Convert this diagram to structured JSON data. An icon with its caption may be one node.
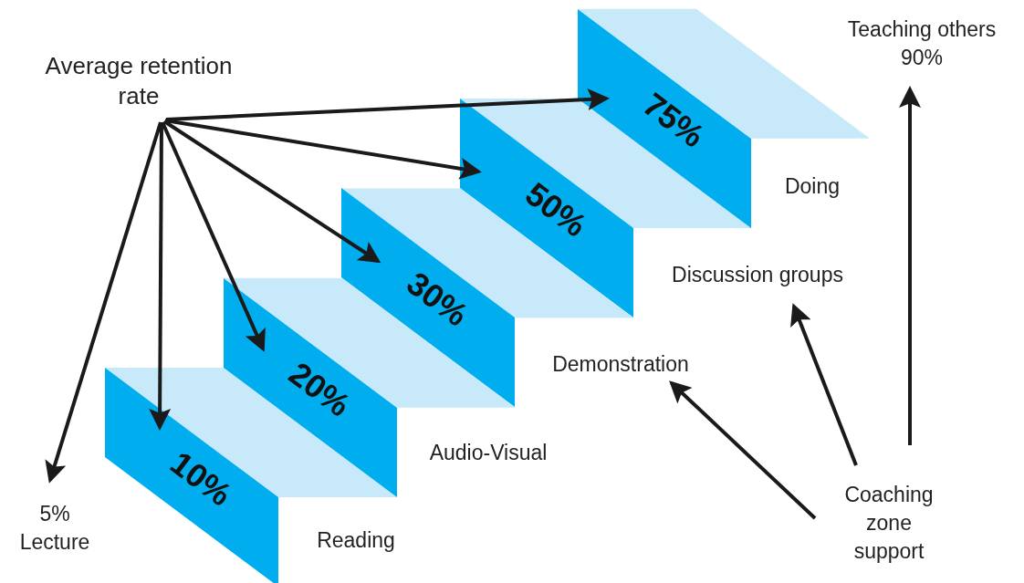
{
  "diagram": {
    "nodes": [
      {
        "text": [
          "Average retention rate"
        ]
      },
      {
        "text": [
          "5% Lecture"
        ]
      },
      {
        "text": [
          "10%"
        ],
        "beside": [
          "Reading"
        ]
      },
      {
        "text": [
          "20%"
        ],
        "beside": [
          "Audio-Visual"
        ]
      },
      {
        "text": [
          "30%"
        ]
      },
      {
        "text": [
          "Demonstration"
        ]
      },
      {
        "text": [
          "50%"
        ]
      },
      {
        "text": [
          "Discussion groups"
        ]
      },
      {
        "text": [
          "75%"
        ],
        "beside": [
          "Doing"
        ]
      },
      {
        "text": [
          "Teaching others 90%"
        ]
      },
      {
        "text": [
          "Coaching zone support"
        ]
      }
    ],
    "edges": [
      {
        "from": 0,
        "to": 1,
        "arrow": "to"
      },
      {
        "from": 0,
        "to": 2,
        "arrow": "to"
      },
      {
        "from": 0,
        "to": 3,
        "arrow": "to"
      },
      {
        "from": 0,
        "to": 4,
        "arrow": "to"
      },
      {
        "from": 0,
        "to": 6,
        "arrow": "to"
      },
      {
        "from": 0,
        "to": 8,
        "arrow": "to"
      },
      {
        "from": 10,
        "to": 5,
        "arrow": "to"
      },
      {
        "from": 10,
        "to": 7,
        "arrow": "to"
      },
      {
        "from": 10,
        "to": 9,
        "arrow": "to"
      }
    ]
  }
}
